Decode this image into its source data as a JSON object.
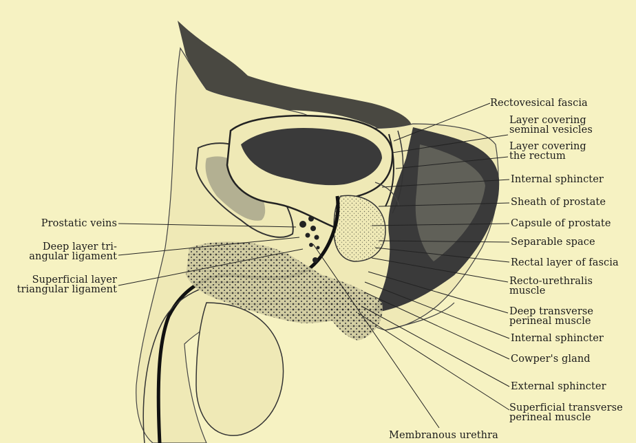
{
  "labels": {
    "rectovesical_fascia": "Rectovesical fascia",
    "layer_covering_seminal_vesicles": "Layer covering\nseminal vesicles",
    "layer_covering_the_rectum": "Layer covering\nthe rectum",
    "internal_sphincter_upper": "Internal sphincter",
    "sheath_of_prostate": "Sheath of prostate",
    "capsule_of_prostate": "Capsule of prostate",
    "separable_space": "Separable space",
    "rectal_layer_of_fascia": "Rectal layer of fascia",
    "recto_urethralis_muscle": "Recto-urethralis\nmuscle",
    "deep_transverse_perineal_muscle": "Deep transverse\nperineal muscle",
    "internal_sphincter_lower": "Internal sphincter",
    "cowpers_gland": "Cowper's gland",
    "external_sphincter": "External sphincter",
    "superficial_transverse_perineal_muscle": "Superficial transverse\nperineal muscle",
    "membranous_urethra": "Membranous urethra",
    "prostatic_veins": "Prostatic veins",
    "deep_layer_triangular_ligament": "Deep layer tri-\nangular ligament",
    "superficial_layer_triangular_ligament": "Superficial layer\ntriangular ligament"
  }
}
